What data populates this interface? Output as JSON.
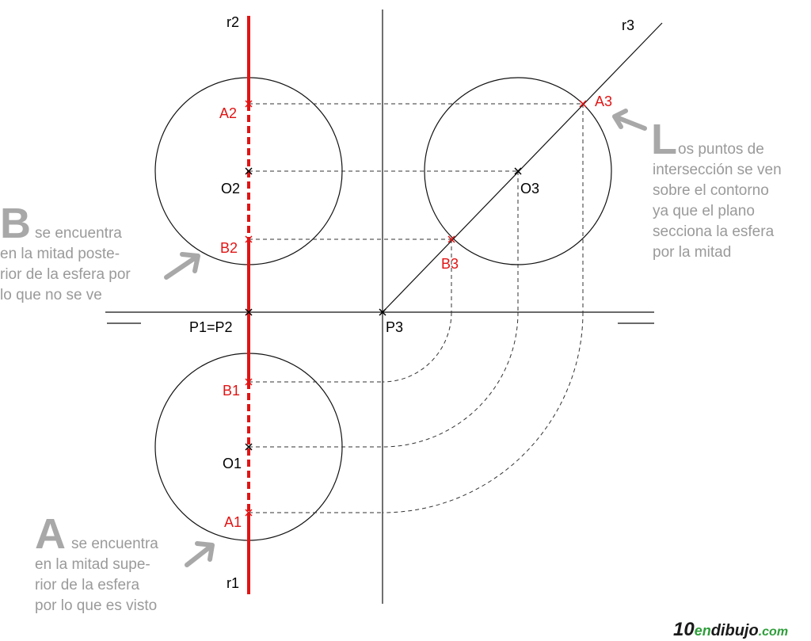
{
  "lines": {
    "r2": "r2",
    "r1": "r1",
    "r3": "r3"
  },
  "points": {
    "A2": "A2",
    "O2": "O2",
    "B2": "B2",
    "P1P2": "P1=P2",
    "P3": "P3",
    "B1": "B1",
    "O1": "O1",
    "A1": "A1",
    "A3": "A3",
    "O3": "O3",
    "B3": "B3"
  },
  "annotations": {
    "b": {
      "letter": "B",
      "lines": [
        "se encuentra",
        "en la mitad poste-",
        "rior de la esfera por",
        "lo que no se ve"
      ]
    },
    "l": {
      "letter": "L",
      "lines": [
        "os puntos de",
        "intersección se ven",
        "sobre el contorno",
        "ya que el plano",
        "secciona la esfera",
        "por la mitad"
      ]
    },
    "a": {
      "letter": "A",
      "lines": [
        "se encuentra",
        "en la mitad supe-",
        "rior de la esfera",
        "por lo que es visto"
      ]
    }
  },
  "brand": {
    "part1": "10",
    "part2": "en",
    "part3": "dibujo",
    "part4": ".com"
  },
  "colors": {
    "red": "#e11414",
    "annotation_gray": "#9a9a9a",
    "brand_green": "#2e9e3a",
    "brand_dark": "#1a1a1a"
  }
}
